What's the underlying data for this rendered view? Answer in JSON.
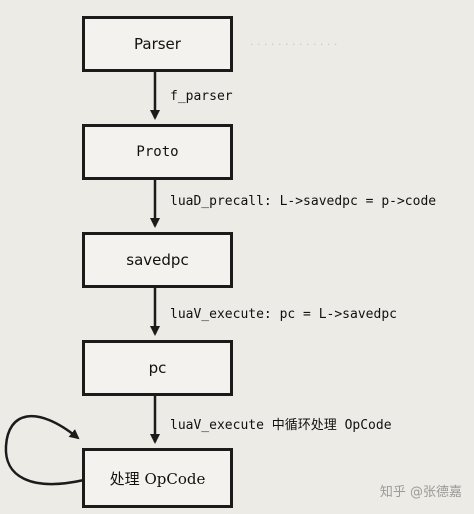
{
  "nodes": [
    {
      "id": "parser",
      "label": "Parser"
    },
    {
      "id": "proto",
      "label": "Proto"
    },
    {
      "id": "savedpc",
      "label": "savedpc"
    },
    {
      "id": "pc",
      "label": "pc"
    },
    {
      "id": "opcode",
      "label": "处理 OpCode"
    }
  ],
  "edges": [
    {
      "from": "parser",
      "to": "proto",
      "label": "f_parser"
    },
    {
      "from": "proto",
      "to": "savedpc",
      "label": "luaD_precall: L->savedpc = p->code"
    },
    {
      "from": "savedpc",
      "to": "pc",
      "label": "luaV_execute: pc = L->savedpc"
    },
    {
      "from": "pc",
      "to": "opcode",
      "label": "luaV_execute 中循环处理 OpCode"
    },
    {
      "from": "opcode",
      "to": "opcode",
      "label": ""
    }
  ],
  "watermark": "知乎 @张德嘉"
}
